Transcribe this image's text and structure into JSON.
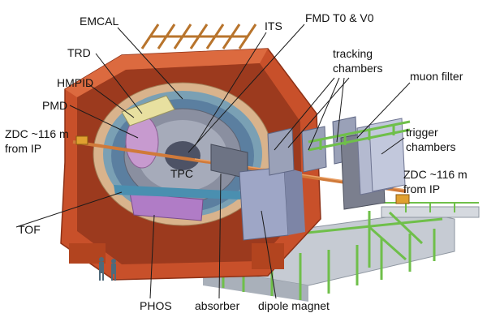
{
  "labels": {
    "emcal": "EMCAL",
    "its": "ITS",
    "fmd": "FMD T0 & V0",
    "trd": "TRD",
    "tracking_1": "tracking",
    "tracking_2": "chambers",
    "muon_filter": "muon filter",
    "hmpid": "HMPID",
    "pmd": "PMD",
    "zdc_left_1": "ZDC ~116 m",
    "zdc_left_2": "from IP",
    "trigger_1": "trigger",
    "trigger_2": "chambers",
    "tpc": "TPC",
    "zdc_right_1": "ZDC ~116 m",
    "zdc_right_2": "from IP",
    "tof": "TOF",
    "phos": "PHOS",
    "absorber": "absorber",
    "dipole_magnet": "dipole magnet"
  },
  "colors": {
    "magnet_yoke": "#c8502a",
    "magnet_dark": "#9c3a1e",
    "beam_pipe": "#d07a3a",
    "detector_grey": "#8a8fa0",
    "muon_blue": "#9ea6c6",
    "trigger_green": "#6fbf4a",
    "platform": "#c6cbd3",
    "emcal_tan": "#d9b38c",
    "phos_purple": "#b07cc6"
  }
}
